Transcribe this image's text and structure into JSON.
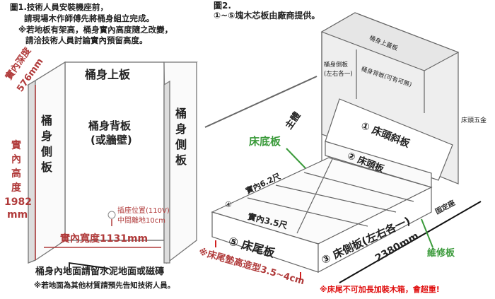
{
  "fig1": {
    "title_lines": [
      "圖1.技術人員安裝機座前，",
      "請現場木作師傅先將桶身組立完成。",
      "※若地板有架高，桶身實內高度隨之改變，",
      "請洽技術人員討論實內預留高度。"
    ],
    "depth_label": "實內深度",
    "depth_value": "576mm",
    "top_panel": "桶身上板",
    "side_panel_left": [
      "桶",
      "身",
      "側",
      "板"
    ],
    "side_panel_right": [
      "桶",
      "身",
      "側",
      "板"
    ],
    "back_panel": "桶身背板",
    "back_panel_alt": "(或牆壁)",
    "height_label": [
      "實",
      "內",
      "高",
      "度"
    ],
    "height_value": "1982",
    "height_unit": "mm",
    "outlet_label": "插座位置(110V)",
    "outlet_height": "中間離地10cm",
    "width_label": "實內寬度1131mm",
    "floor_note": "桶身內地面請留水泥地面或磁磚",
    "floor_subnote": "※若地面為其他材質請預先告知技術人員。"
  },
  "fig2": {
    "title": "圖2.",
    "subtitle": "①~⑤塊木芯板由廠商提供。",
    "cabinet_top": "桶身上蓋板",
    "cabinet_side": "桶身側板",
    "cabinet_side_note": "(左右各一)",
    "cabinet_back": "桶身背板(可有可無)",
    "headboard_hardware": "床頭五金",
    "main_body": "主體",
    "bed_base": "床底板",
    "slant_board": "① 床頭斜板",
    "headboard": "② 床頭板",
    "side_board": "③ 床側板(左右各一)",
    "board_4": "④",
    "footboard": "⑤ 床尾板",
    "inner_length": "實內6.2尺",
    "inner_width": "實內3.5尺",
    "fixed_seat": "固定座",
    "total_length": "2380mm",
    "maintenance_board": "維修板",
    "foot_raise_note": "※床尾墊高造型3.5~4cm",
    "warning": "※床尾不可加長加裝木箱，會超重!"
  },
  "colors": {
    "red": "#b03a3a",
    "green": "#3a9a3a",
    "warning": "#e01010"
  }
}
